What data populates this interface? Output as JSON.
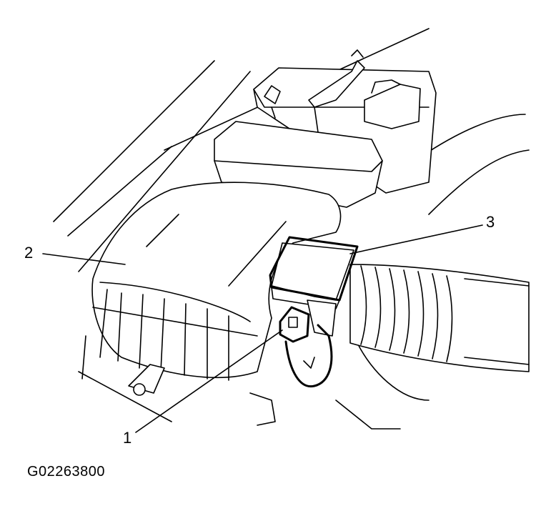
{
  "callouts": [
    {
      "id": "1",
      "label": "1"
    },
    {
      "id": "2",
      "label": "2"
    },
    {
      "id": "3",
      "label": "3"
    }
  ],
  "figure_id": "G02263800"
}
